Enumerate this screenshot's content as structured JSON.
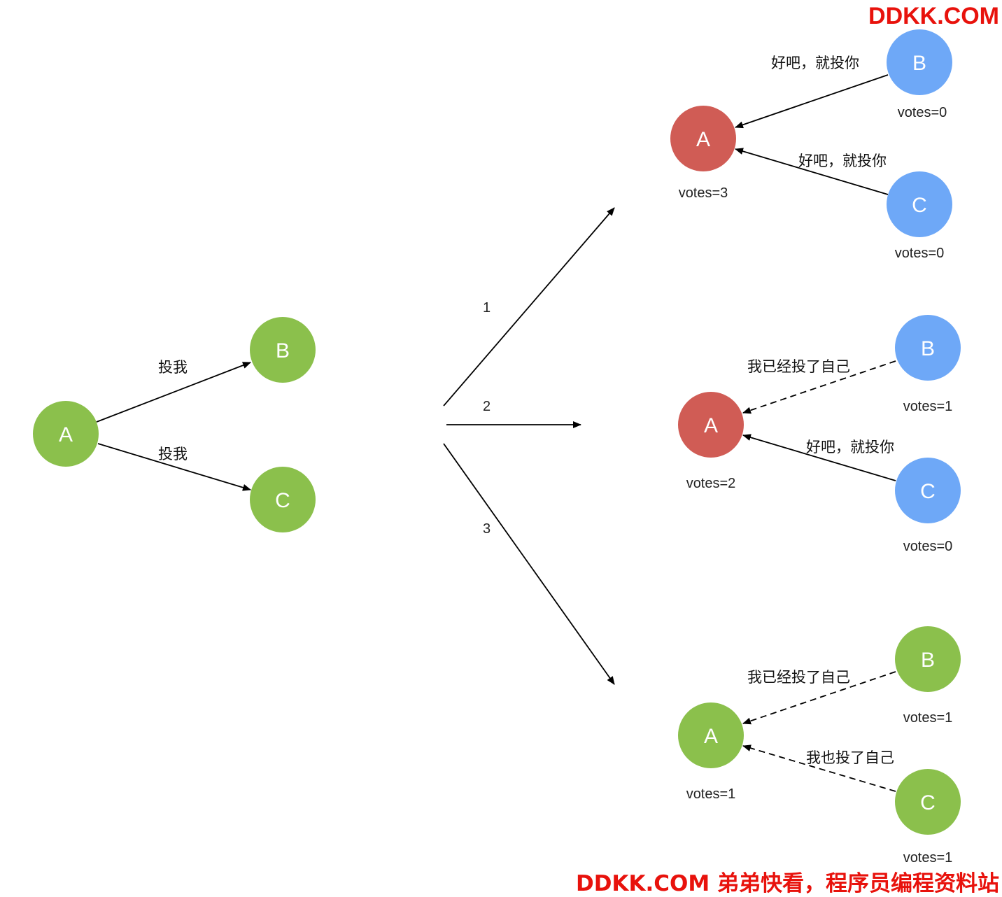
{
  "colors": {
    "green": "#8bc04c",
    "red": "#d05c55",
    "blue": "#6ea8f7",
    "edge": "#000000",
    "watermark": "#e8120c"
  },
  "watermark": {
    "top": "DDKK.COM",
    "bottom": "DDKK.COM 弟弟快看，程序员编程资料站"
  },
  "initial": {
    "nodes": [
      {
        "id": "A",
        "label": "A",
        "color": "green"
      },
      {
        "id": "B",
        "label": "B",
        "color": "green"
      },
      {
        "id": "C",
        "label": "C",
        "color": "green"
      }
    ],
    "edges": [
      {
        "from": "A",
        "to": "B",
        "label": "投我",
        "dashed": false
      },
      {
        "from": "A",
        "to": "C",
        "label": "投我",
        "dashed": false
      }
    ]
  },
  "branches": [
    {
      "label": "1"
    },
    {
      "label": "2"
    },
    {
      "label": "3"
    }
  ],
  "scenarios": [
    {
      "nodes": [
        {
          "id": "A",
          "label": "A",
          "color": "red",
          "votes": "votes=3"
        },
        {
          "id": "B",
          "label": "B",
          "color": "blue",
          "votes": "votes=0"
        },
        {
          "id": "C",
          "label": "C",
          "color": "blue",
          "votes": "votes=0"
        }
      ],
      "edges": [
        {
          "from": "B",
          "to": "A",
          "label": "好吧，就投你",
          "dashed": false
        },
        {
          "from": "C",
          "to": "A",
          "label": "好吧，就投你",
          "dashed": false
        }
      ]
    },
    {
      "nodes": [
        {
          "id": "A",
          "label": "A",
          "color": "red",
          "votes": "votes=2"
        },
        {
          "id": "B",
          "label": "B",
          "color": "blue",
          "votes": "votes=1"
        },
        {
          "id": "C",
          "label": "C",
          "color": "blue",
          "votes": "votes=0"
        }
      ],
      "edges": [
        {
          "from": "B",
          "to": "A",
          "label": "我已经投了自己",
          "dashed": true
        },
        {
          "from": "C",
          "to": "A",
          "label": "好吧，就投你",
          "dashed": false
        }
      ]
    },
    {
      "nodes": [
        {
          "id": "A",
          "label": "A",
          "color": "green",
          "votes": "votes=1"
        },
        {
          "id": "B",
          "label": "B",
          "color": "green",
          "votes": "votes=1"
        },
        {
          "id": "C",
          "label": "C",
          "color": "green",
          "votes": "votes=1"
        }
      ],
      "edges": [
        {
          "from": "B",
          "to": "A",
          "label": "我已经投了自己",
          "dashed": true
        },
        {
          "from": "C",
          "to": "A",
          "label": "我也投了自己",
          "dashed": true
        }
      ]
    }
  ]
}
